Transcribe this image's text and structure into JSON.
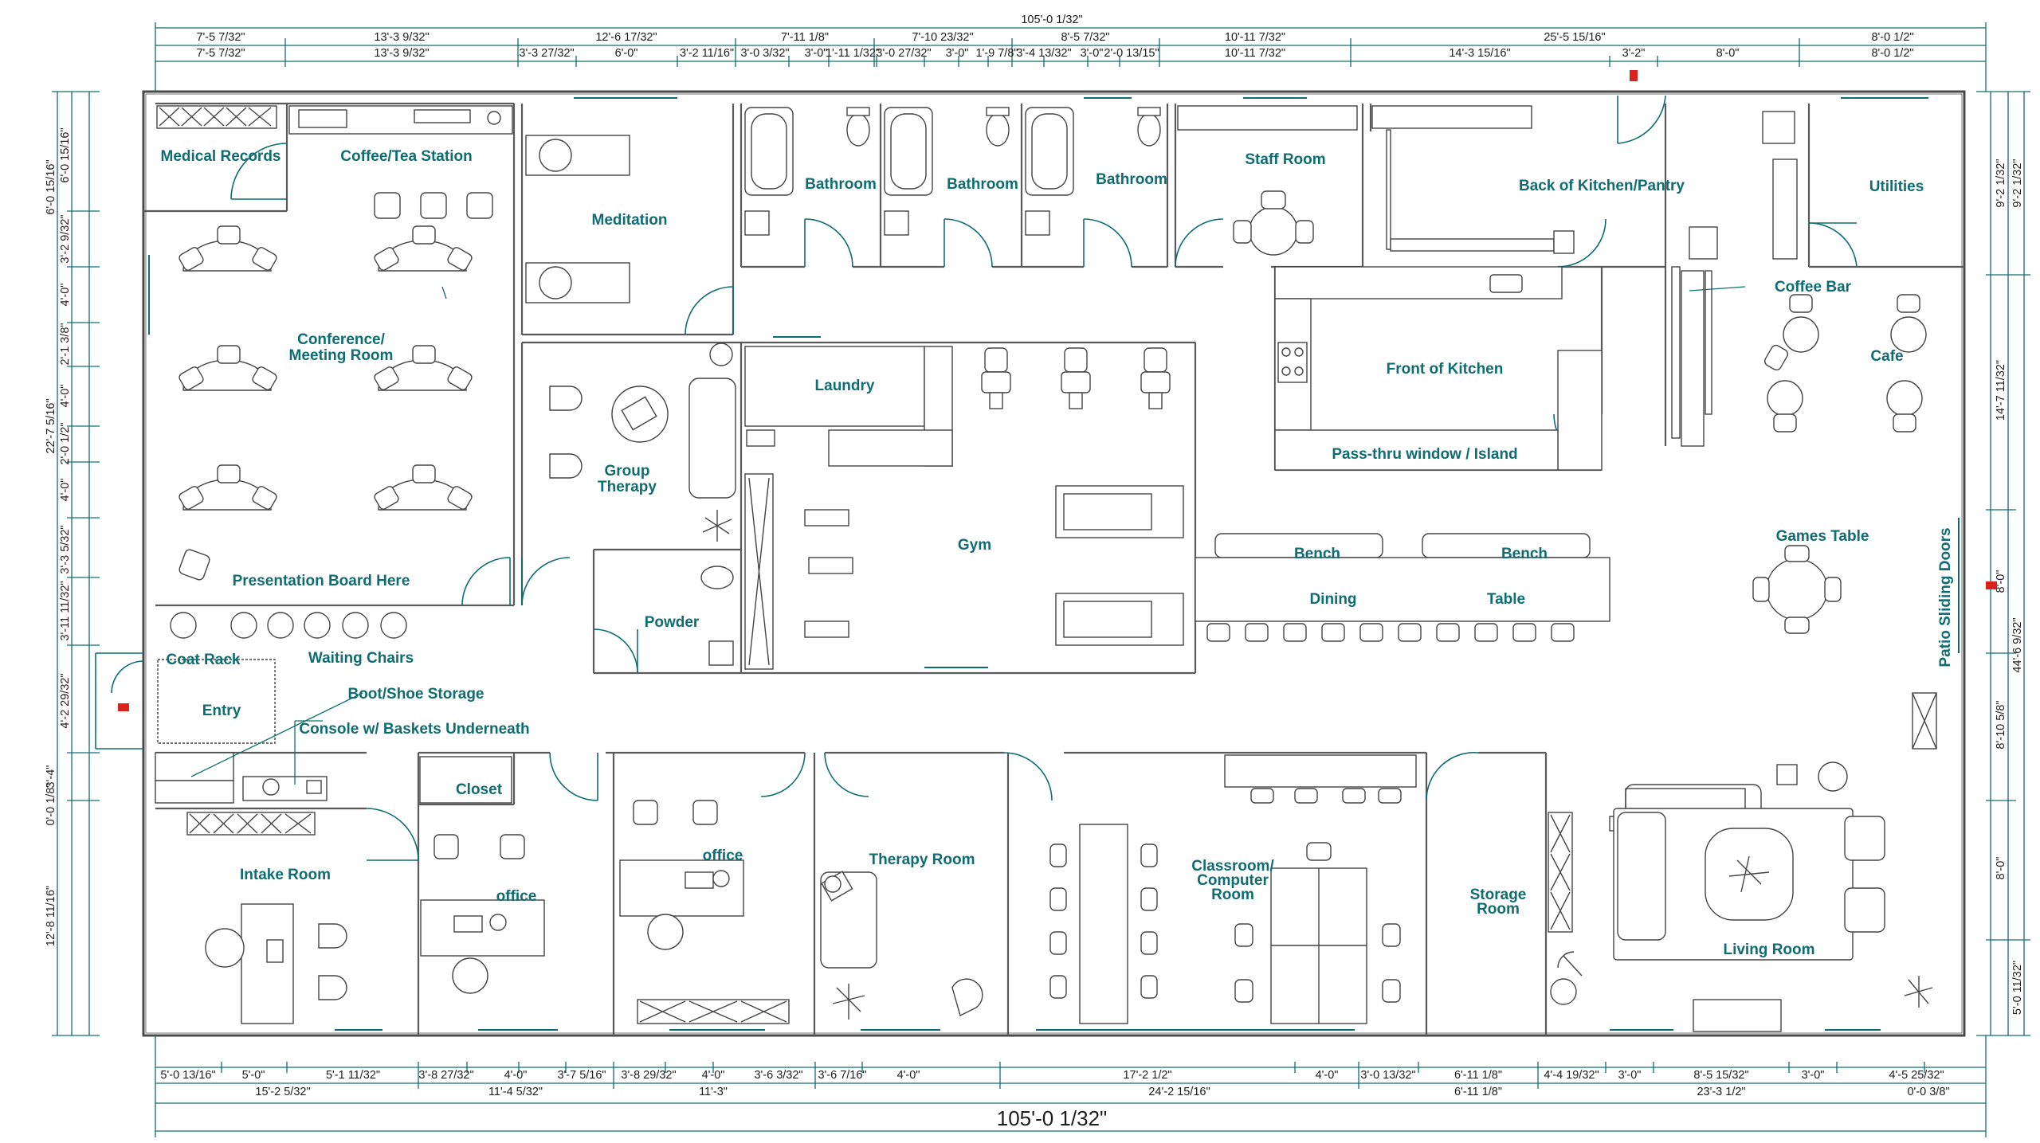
{
  "drawing": {
    "rooms": {
      "medical_records": "Medical Records",
      "coffee_tea": "Coffee/Tea Station",
      "conference_1": "Conference/",
      "conference_2": "Meeting Room",
      "presentation": "Presentation Board Here",
      "meditation": "Meditation",
      "bathroom_1": "Bathroom",
      "bathroom_2": "Bathroom",
      "bathroom_3": "Bathroom",
      "staff_room": "Staff Room",
      "back_kitchen": "Back of Kitchen/Pantry",
      "utilities": "Utilities",
      "coffee_bar": "Coffee Bar",
      "cafe": "Cafe",
      "laundry": "Laundry",
      "group_therapy_1": "Group",
      "group_therapy_2": "Therapy",
      "gym": "Gym",
      "powder": "Powder",
      "front_kitchen": "Front of Kitchen",
      "pass_thru": "Pass-thru window / Island",
      "bench_1": "Bench",
      "bench_2": "Bench",
      "dining": "Dining",
      "table": "Table",
      "games_table": "Games Table",
      "patio_doors": "Patio Sliding Doors",
      "coat_rack": "Coat Rack",
      "waiting_chairs": "Waiting Chairs",
      "entry": "Entry",
      "boot_storage": "Boot/Shoe Storage",
      "console": "Console w/ Baskets Underneath",
      "closet": "Closet",
      "intake_room": "Intake Room",
      "office_1": "office",
      "office_2": "office",
      "therapy_room": "Therapy Room",
      "classroom_1": "Classroom/",
      "classroom_2": "Computer",
      "classroom_3": "Room",
      "storage_1": "Storage",
      "storage_2": "Room",
      "living_room": "Living Room"
    },
    "top_overall": "105'-0 1/32\"",
    "top_row1": [
      "7'-5 7/32\"",
      "13'-3 9/32\"",
      "12'-6 17/32\"",
      "7'-11 1/8\"",
      "7'-10 23/32\"",
      "8'-5 7/32\"",
      "10'-11 7/32\"",
      "25'-5 15/16\"",
      "8'-0 1/2\""
    ],
    "top_row2": [
      "7'-5 7/32\"",
      "13'-3 9/32\"",
      "3'-3 27/32\"",
      "6'-0\"",
      "3'-2 11/16\"",
      "3'-0 3/32\"",
      "3'-0\"",
      "1'-11 1/32\"",
      "3'-0 27/32\"",
      "3'-0\"",
      "1'-9 7/8\"",
      "3'-4 13/32\"",
      "3'-0\"",
      "2'-0 13/15\"",
      "10'-11 7/32\"",
      "14'-3 15/16\"",
      "3'-2\"",
      "8'-0\"",
      "8'-0 1/2\""
    ],
    "bottom_overall": "105'-0 1/32\"",
    "bottom_row1": [
      "5'-0 13/16\"",
      "5'-0\"",
      "5'-1 11/32\"",
      "3'-8 27/32\"",
      "4'-0\"",
      "3'-7 5/16\"",
      "3'-8 29/32\"",
      "4'-0\"",
      "3'-6 3/32\"",
      "3'-6 7/16\"",
      "4'-0\"",
      "17'-2 1/2\"",
      "4'-0\"",
      "3'-0 13/32\"",
      "6'-11 1/8\"",
      "4'-4 19/32\"",
      "3'-0\"",
      "8'-5 15/32\"",
      "3'-0\"",
      "4'-5 25/32\""
    ],
    "bottom_row2": [
      "15'-2 5/32\"",
      "11'-4 5/32\"",
      "11'-3\"",
      "24'-2 15/16\"",
      "6'-11 1/8\"",
      "23'-3 1/2\"",
      "0'-0 3/8\""
    ],
    "left_overall": "22'-7 5/16\"",
    "left_outer": [
      "6'-0 15/16\"",
      "3'-4\"",
      "0'-0 1/8\"",
      "12'-8 11/16\""
    ],
    "left_inner": [
      "6'-0 15/16\"",
      "3'-2 9/32\"",
      "4'-0\"",
      "2'-1 3/8\"",
      "4'-0\"",
      "2'-0 1/2\"",
      "4'-0\"",
      "3'-3 5/32\"",
      "3'-11 11/32\"",
      "4'-2 29/32\""
    ],
    "right_outer": [
      "9'-2 1/32\"",
      "44'-6 9/32\"",
      "5'-0 11/32\""
    ],
    "right_inner": [
      "9'-2 1/32\"",
      "14'-7 11/32\"",
      "8'-0\"",
      "8'-10 5/8\"",
      "8'-0\""
    ]
  }
}
